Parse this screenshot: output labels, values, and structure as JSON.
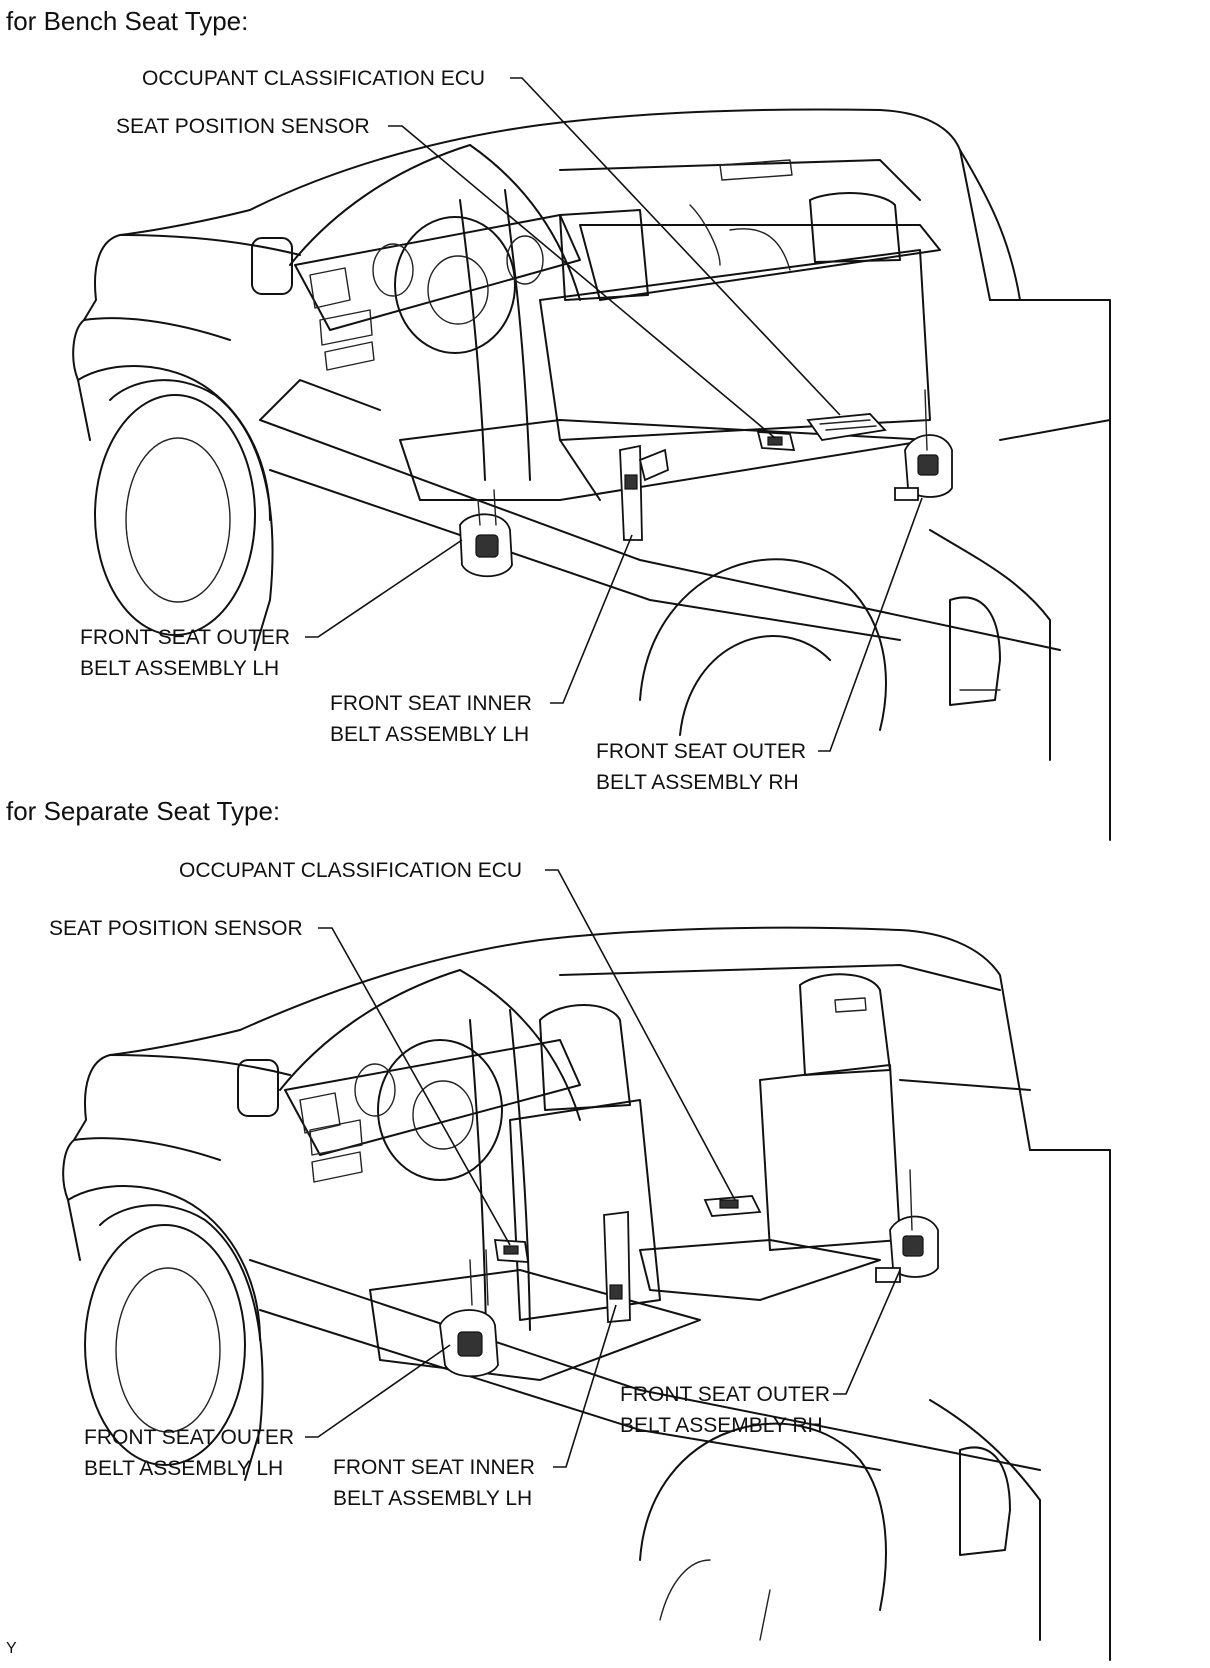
{
  "sections": [
    {
      "title": "for Bench Seat Type:",
      "labels": {
        "ecu": [
          "OCCUPANT CLASSIFICATION ECU"
        ],
        "seat_sensor": [
          "SEAT POSITION SENSOR"
        ],
        "outer_lh": [
          "FRONT SEAT OUTER",
          "BELT ASSEMBLY LH"
        ],
        "inner_lh": [
          "FRONT SEAT INNER",
          "BELT ASSEMBLY LH"
        ],
        "outer_rh": [
          "FRONT SEAT OUTER",
          "BELT ASSEMBLY RH"
        ]
      }
    },
    {
      "title": "for Separate Seat Type:",
      "labels": {
        "ecu": [
          "OCCUPANT CLASSIFICATION ECU"
        ],
        "seat_sensor": [
          "SEAT POSITION SENSOR"
        ],
        "outer_rh": [
          "FRONT SEAT OUTER",
          "BELT ASSEMBLY RH"
        ],
        "outer_lh": [
          "FRONT SEAT OUTER",
          "BELT ASSEMBLY LH"
        ],
        "inner_lh": [
          "FRONT SEAT INNER",
          "BELT ASSEMBLY LH"
        ]
      }
    }
  ],
  "corner_mark": "Y"
}
